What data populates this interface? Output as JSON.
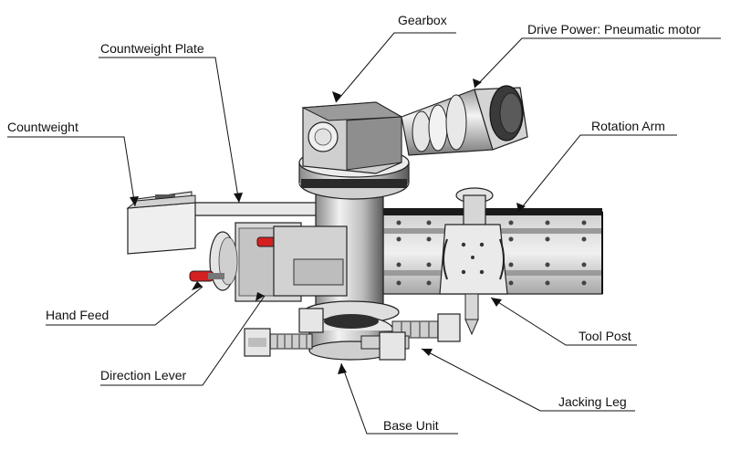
{
  "diagram": {
    "colors": {
      "line": "#111111",
      "metal_light": "#e6e6e6",
      "metal_mid": "#bdbdbd",
      "metal_dark": "#6e6e6e",
      "metal_black": "#2a2a2a",
      "accent_red": "#d42020"
    },
    "labels": {
      "gearbox": "Gearbox",
      "drive_power": "Drive Power: Pneumatic motor",
      "countweight_plate": "Countweight Plate",
      "countweight": "Countweight",
      "rotation_arm": "Rotation Arm",
      "hand_feed": "Hand Feed",
      "tool_post": "Tool Post",
      "direction_lever": "Direction Lever",
      "jacking_leg": "Jacking Leg",
      "base_unit": "Base Unit"
    }
  }
}
